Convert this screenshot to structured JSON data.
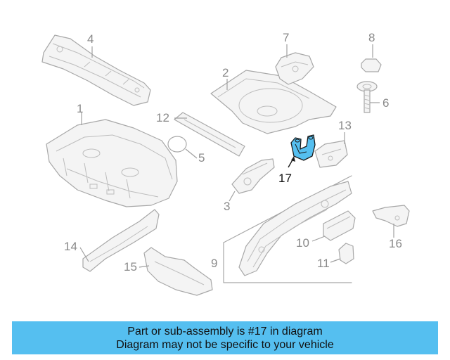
{
  "callouts": {
    "c1": "1",
    "c2": "2",
    "c3": "3",
    "c4": "4",
    "c5": "5",
    "c6": "6",
    "c7": "7",
    "c8": "8",
    "c9": "9",
    "c10": "10",
    "c11": "11",
    "c12": "12",
    "c13": "13",
    "c14": "14",
    "c15": "15",
    "c16": "16",
    "c17": "17"
  },
  "highlighted_part": "17",
  "banner": {
    "line1": "Part or sub-assembly is #17 in diagram",
    "line2": "Diagram may not be specific to your vehicle"
  },
  "colors": {
    "highlight": "#55bff0",
    "banner": "#55bff0",
    "line_art": "#a8a8a8"
  }
}
